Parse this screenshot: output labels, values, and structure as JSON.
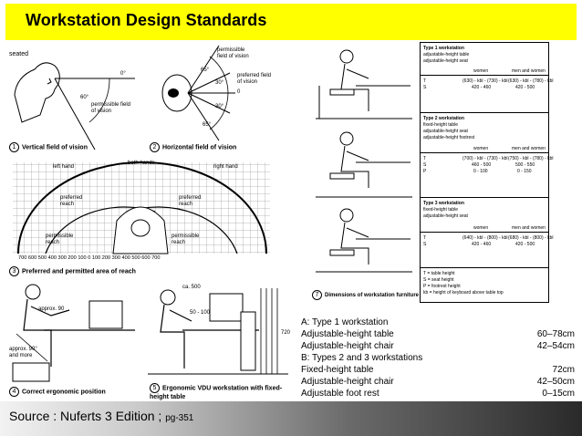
{
  "title": "Workstation Design Standards",
  "source": {
    "main": "Source : Nuferts 3 Edition ;",
    "page": "pg-351"
  },
  "fig1": {
    "caption": "Vertical field of vision",
    "num": "1",
    "seated": "seated",
    "deg0": "0°",
    "deg60": "60°",
    "field": "permissible field of vision"
  },
  "fig2": {
    "caption": "Horizontal field of vision",
    "num": "2",
    "permissible": "permissible field of vision",
    "preferred": "preferred field of vision",
    "d65a": "65°",
    "d30a": "30°",
    "d0": "0",
    "d30b": "30°",
    "d65b": "65°"
  },
  "fig3": {
    "caption": "Preferred and permitted area of reach",
    "num": "3",
    "left": "left hand",
    "both": "both hands",
    "right": "right hand",
    "pref1": "preferred reach",
    "pref2": "preferred reach",
    "perm1": "permissible reach",
    "perm2": "permissible reach",
    "scale": "700 600 500 400 300 200 100  0  100 200 300 400 500 600 700"
  },
  "fig4": {
    "caption": "Correct ergonomic position",
    "num": "4",
    "approx": "approx. 90",
    "approx2": "approx. 90° and more"
  },
  "fig5": {
    "caption": "Ergonomic VDU workstation with fixed-height table",
    "num": "5",
    "dim1": "ca. 500",
    "dim2": "50 - 100",
    "dim3": "720"
  },
  "fig7": {
    "caption": "Dimensions of workstation furniture",
    "num": "7"
  },
  "table": {
    "blocks": [
      {
        "title": "Type 1 workstation",
        "l1": "adjustable-height table",
        "l2": "adjustable-height seat",
        "h1": "women",
        "h2": "men and women",
        "r1k": "T",
        "r1a": "(630) - kbl - (730) - kbl",
        "r1b": "(630) - kbl - (780) - kbl",
        "r2k": "S",
        "r2a": "420 - 460",
        "r2b": "420 - 500"
      },
      {
        "title": "Type 2 workstation",
        "l1": "fixed-height table",
        "l2": "adjustable-height seat",
        "l3": "adjustable-height footrest",
        "h1": "women",
        "h2": "men and women",
        "r1k": "T",
        "r1a": "(700) - kbl - (730) - kbl",
        "r1b": "(750) - kbl - (780) - kbl",
        "r2k": "S",
        "r2a": "460 - 500",
        "r2b": "500 - 550",
        "r3k": "P",
        "r3a": "0 - 100",
        "r3b": "0 - 150"
      },
      {
        "title": "Type 3 workstation",
        "l1": "fixed-height table",
        "l2": "adjustable-height seat",
        "h1": "women",
        "h2": "men and women",
        "r1k": "T",
        "r1a": "(640) - kbl - (800) - kbl",
        "r1b": "(680) - kbl - (800) - kbl",
        "r2k": "S",
        "r2a": "420 - 460",
        "r2b": "420 - 500"
      }
    ],
    "legend": [
      "T = table height",
      "S = seat height",
      "P = footrest height",
      "kb = height of keyboard above table top"
    ]
  },
  "spec": [
    {
      "k": "A:  Type 1 workstation",
      "v": ""
    },
    {
      "k": "      Adjustable-height table",
      "v": "60–78cm"
    },
    {
      "k": "      Adjustable-height chair",
      "v": "42–54cm"
    },
    {
      "k": "B:  Types 2 and 3 workstations",
      "v": ""
    },
    {
      "k": "      Fixed-height table",
      "v": "72cm"
    },
    {
      "k": "      Adjustable-height chair",
      "v": "42–50cm"
    },
    {
      "k": "      Adjustable foot rest",
      "v": "0–15cm"
    }
  ]
}
